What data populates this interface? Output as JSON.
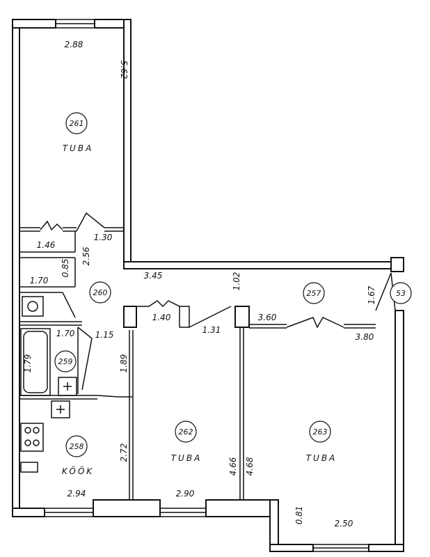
{
  "rooms": [
    {
      "id": "261",
      "name": "TUBA"
    },
    {
      "id": "260",
      "name": ""
    },
    {
      "id": "259",
      "name": ""
    },
    {
      "id": "258",
      "name": "KÖÖK"
    },
    {
      "id": "262",
      "name": "TUBA"
    },
    {
      "id": "263",
      "name": "TUBA"
    },
    {
      "id": "257",
      "name": ""
    },
    {
      "id": "53",
      "name": ""
    }
  ],
  "dimensions": {
    "d1": "2.88",
    "d2": "5.62",
    "d3": "1.30",
    "d4": "1.46",
    "d5": "2.56",
    "d6": "0.85",
    "d7": "1.70",
    "d8": "3.45",
    "d9": "1.02",
    "d10": "1.67",
    "d11": "1.40",
    "d12": "1.31",
    "d13": "3.60",
    "d14": "3.80",
    "d15": "1.70",
    "d16": "1.15",
    "d17": "1.79",
    "d18": "1.89",
    "d19": "2.72",
    "d20": "2.94",
    "d21": "2.90",
    "d22": "4.66",
    "d23": "4.68",
    "d24": "0.81",
    "d25": "2.50"
  }
}
